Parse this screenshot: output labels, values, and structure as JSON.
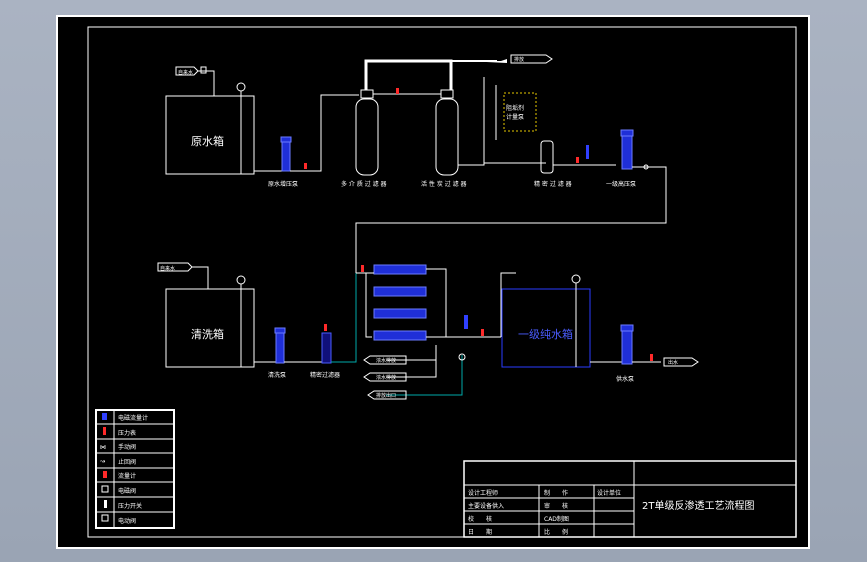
{
  "labels": {
    "raw_tank": "原水箱",
    "raw_pump": "原水增压泵",
    "clean_tank": "清洗箱",
    "clean_pump": "清洗泵",
    "precise_filter": "精密过滤器",
    "primary_tank": "一级纯水箱",
    "supply_pump": "供水泵",
    "dosing_box": "阻垢剂",
    "dosing_box2": "计量泵",
    "ro_pump": "一级高压泵",
    "sand_filter": "多 介 质 过 滤 器",
    "carbon_filter": "活 性 炭 过 滤 器",
    "security_filter": "精 密 过 滤 器",
    "tap_water": "自来水",
    "tap_water2": "自来水",
    "discharge": "排放",
    "outlet": "出水",
    "conc1": "浓水排放",
    "conc2": "浓水排放",
    "drain": "排放出口"
  },
  "legend": [
    {
      "label": "电磁流量计"
    },
    {
      "label": "压力表"
    },
    {
      "label": "手动阀"
    },
    {
      "label": "止回阀"
    },
    {
      "label": "流量计"
    },
    {
      "label": "电磁阀"
    },
    {
      "label": "压力开关"
    },
    {
      "label": "电动阀"
    }
  ],
  "title_block": {
    "r1c1": "设计工程师",
    "r2c1": "主要设备供入",
    "r3c1": "校　　核",
    "r4c1": "日　　期",
    "r1c2": "制　　作",
    "r1c3": "设计单位",
    "r2c2": "审　　核",
    "r3c2": "CAD制图",
    "r4c2": "比　　例",
    "title": "2T单级反渗透工艺流程图"
  }
}
